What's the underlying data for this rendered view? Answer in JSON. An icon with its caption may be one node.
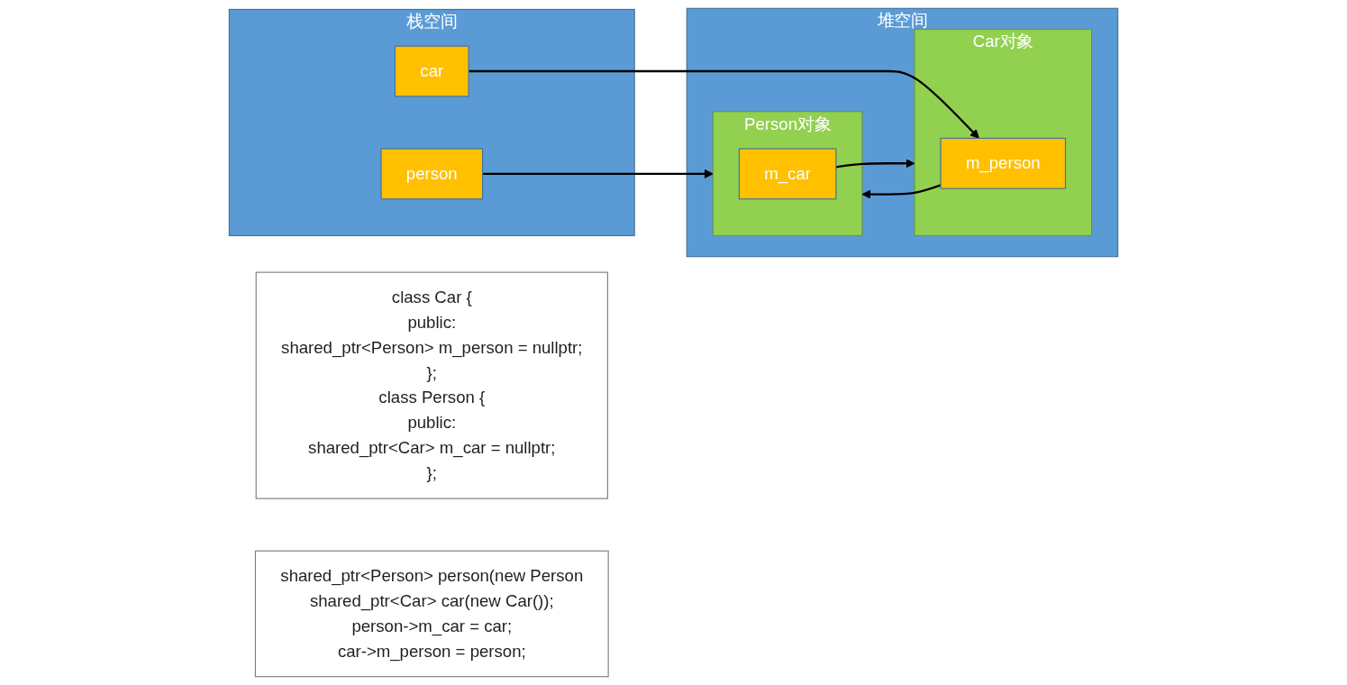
{
  "diagram": {
    "nodes": [
      {
        "text": [
          "class Car {",
          "public:",
          "shared_ptr<Person> m_person = nullptr;",
          "};",
          "class Person {",
          "public:",
          "shared_ptr<Car> m_car = nullptr;",
          "};"
        ]
      },
      {
        "text": [
          "shared_ptr<Person> person(new Person",
          "shared_ptr<Car> car(new Car());",
          "person->m_car = car;",
          "car->m_person = person;"
        ]
      },
      {
        "text": [
          "栈空间"
        ]
      },
      {
        "text": [
          "person"
        ],
        "in": 2
      },
      {
        "text": [
          "car"
        ],
        "in": 2
      },
      {
        "text": [
          "堆空间"
        ]
      },
      {
        "text": [
          "Person对象"
        ],
        "in": 5
      },
      {
        "text": [
          "m_car"
        ],
        "in": 6
      },
      {
        "text": [
          "Car对象"
        ],
        "in": 5
      },
      {
        "text": [
          "m_person"
        ],
        "in": 8
      }
    ],
    "edges": [
      {
        "from": 3,
        "to": 6,
        "arrow": "to"
      },
      {
        "from": 7,
        "to": 8,
        "arrow": "to"
      },
      {
        "from": 9,
        "to": 6,
        "arrow": "to"
      },
      {
        "from": 4,
        "to": 9,
        "arrow": "to"
      }
    ]
  }
}
